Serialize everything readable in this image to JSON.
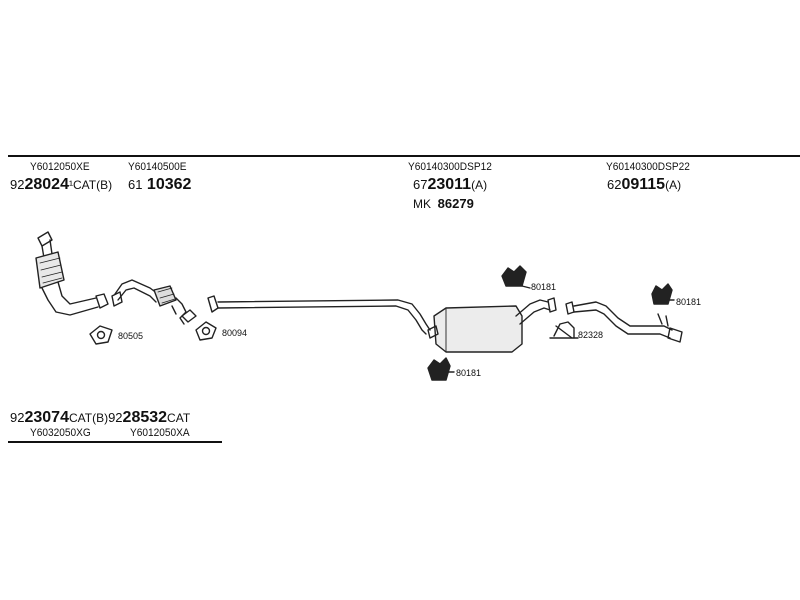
{
  "top_codes": {
    "c1": "Y6012050XE",
    "c2": "Y60140500E",
    "c3": "Y60140300DSP12",
    "c4": "Y60140300DSP22"
  },
  "top_parts": {
    "p1": {
      "prefix": "92",
      "main": "28024",
      "suffix": "¹CAT(B)"
    },
    "p2": {
      "prefix": "61",
      "main": "10362",
      "suffix": ""
    },
    "p3": {
      "prefix": "67",
      "main": "23011",
      "suffix": "(A)"
    },
    "p4": {
      "prefix": "62",
      "main": "09115",
      "suffix": "(A)"
    }
  },
  "mk": {
    "prefix": "MK",
    "number": "86279"
  },
  "labels": {
    "l80505": "80505",
    "l80094": "80094",
    "l80181a": "80181",
    "l82328": "82328",
    "l80181b": "80181",
    "l80181c": "80181"
  },
  "bottom_parts": {
    "p5": {
      "prefix": "92",
      "main": "23074",
      "suffix": "CAT(B)"
    },
    "p6": {
      "prefix": "92",
      "main": "28532",
      "suffix": "CAT"
    }
  },
  "bottom_codes": {
    "c5": "Y6032050XG",
    "c6": "Y6012050XA"
  }
}
